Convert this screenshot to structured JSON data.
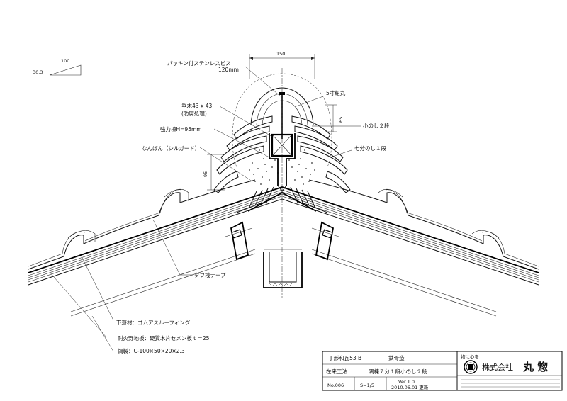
{
  "slope": {
    "run": "100",
    "rise": "30.3"
  },
  "dimensions": {
    "width_150": "150",
    "height_65": "65",
    "height_95": "95"
  },
  "labels": {
    "packing_screw": "パッキン付ステンレスビス",
    "screw_length": "120mm",
    "rafter_line1": "垂木43 x 43",
    "rafter_line2": "(防腐処理)",
    "strong_ridge": "強力棟H=95mm",
    "nanban": "なんばん（シルガード）",
    "ridge_round": "5寸紐丸",
    "small_noshi": "小のし２段",
    "seven_noshi": "七分のし１段",
    "tape": "タフ桟テープ",
    "underlay": "下葺材：ゴムアスルーフィング",
    "deck": "耐火野地板：硬質木片セメン板ｔ＝25",
    "steel": "鋼製：C-100×50×20×2.3"
  },
  "title_block": {
    "row1_left": "J 形和瓦53 B",
    "row1_right": "鉄骨造",
    "row2_left": "在来工法",
    "row2_right": "隅棟７分１段小のし２段",
    "number": "No.006",
    "scale": "S=1/5",
    "version": "Ver 1.0",
    "date": "2010.06.01 更新",
    "slogan": "物に心を",
    "company_prefix": "株式会社",
    "company_name": "丸 惣"
  }
}
